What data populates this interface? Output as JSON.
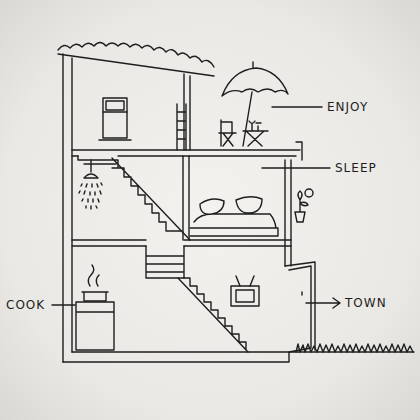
{
  "diagram": {
    "labels": [
      "ENJOY",
      "SLEEP",
      "COOK",
      "TOWN"
    ]
  }
}
